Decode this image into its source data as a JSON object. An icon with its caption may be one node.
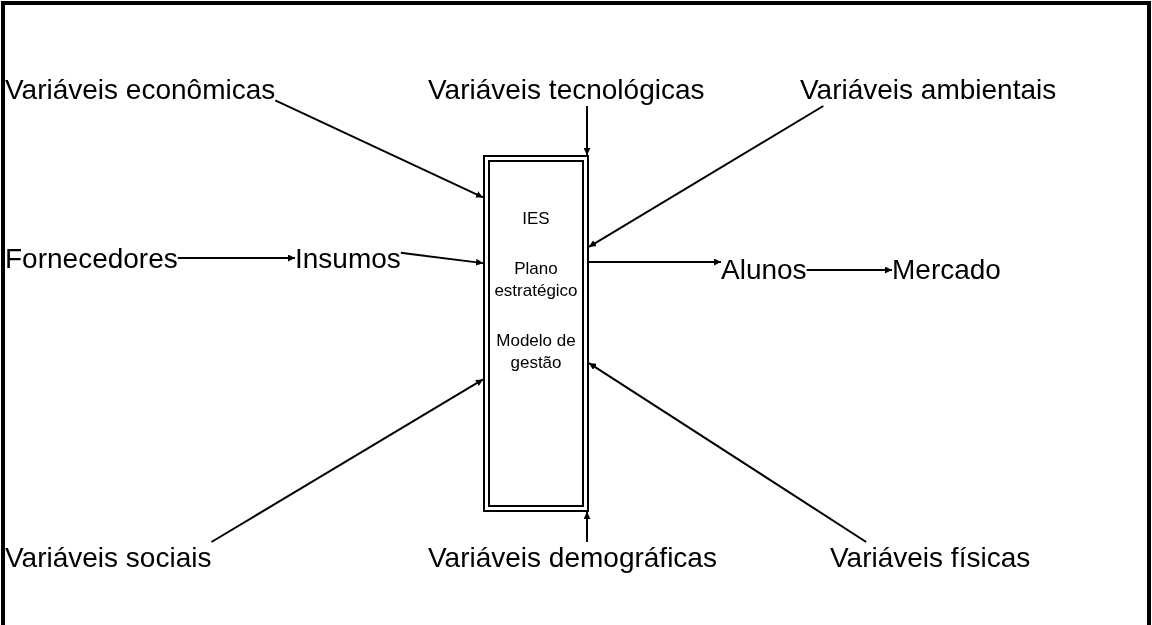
{
  "diagram": {
    "nodes": [
      {
        "text": [
          "Variáveis econômicas"
        ]
      },
      {
        "text": [
          "Variáveis tecnológicas"
        ]
      },
      {
        "text": [
          "Variáveis ambientais"
        ]
      },
      {
        "text": [
          "Fornecedores"
        ]
      },
      {
        "text": [
          "Insumos"
        ]
      },
      {
        "text": [
          "IES",
          "Plano estratégico",
          "Modelo de gestão"
        ]
      },
      {
        "text": [
          "Alunos"
        ]
      },
      {
        "text": [
          "Mercado"
        ]
      },
      {
        "text": [
          "Variáveis sociais"
        ]
      },
      {
        "text": [
          "Variáveis demográficas"
        ]
      },
      {
        "text": [
          "Variáveis físicas"
        ]
      }
    ],
    "edges": [
      {
        "from": 0,
        "to": 5,
        "arrow": "to"
      },
      {
        "from": 1,
        "to": 5,
        "arrow": "to"
      },
      {
        "from": 2,
        "to": 5,
        "arrow": "to"
      },
      {
        "from": 3,
        "to": 4,
        "arrow": "to"
      },
      {
        "from": 4,
        "to": 5,
        "arrow": "to"
      },
      {
        "from": 5,
        "to": 6,
        "arrow": "to"
      },
      {
        "from": 6,
        "to": 7,
        "arrow": "to"
      },
      {
        "from": 8,
        "to": 5,
        "arrow": "to"
      },
      {
        "from": 9,
        "to": 5,
        "arrow": "to"
      },
      {
        "from": 10,
        "to": 5,
        "arrow": "to"
      }
    ]
  }
}
